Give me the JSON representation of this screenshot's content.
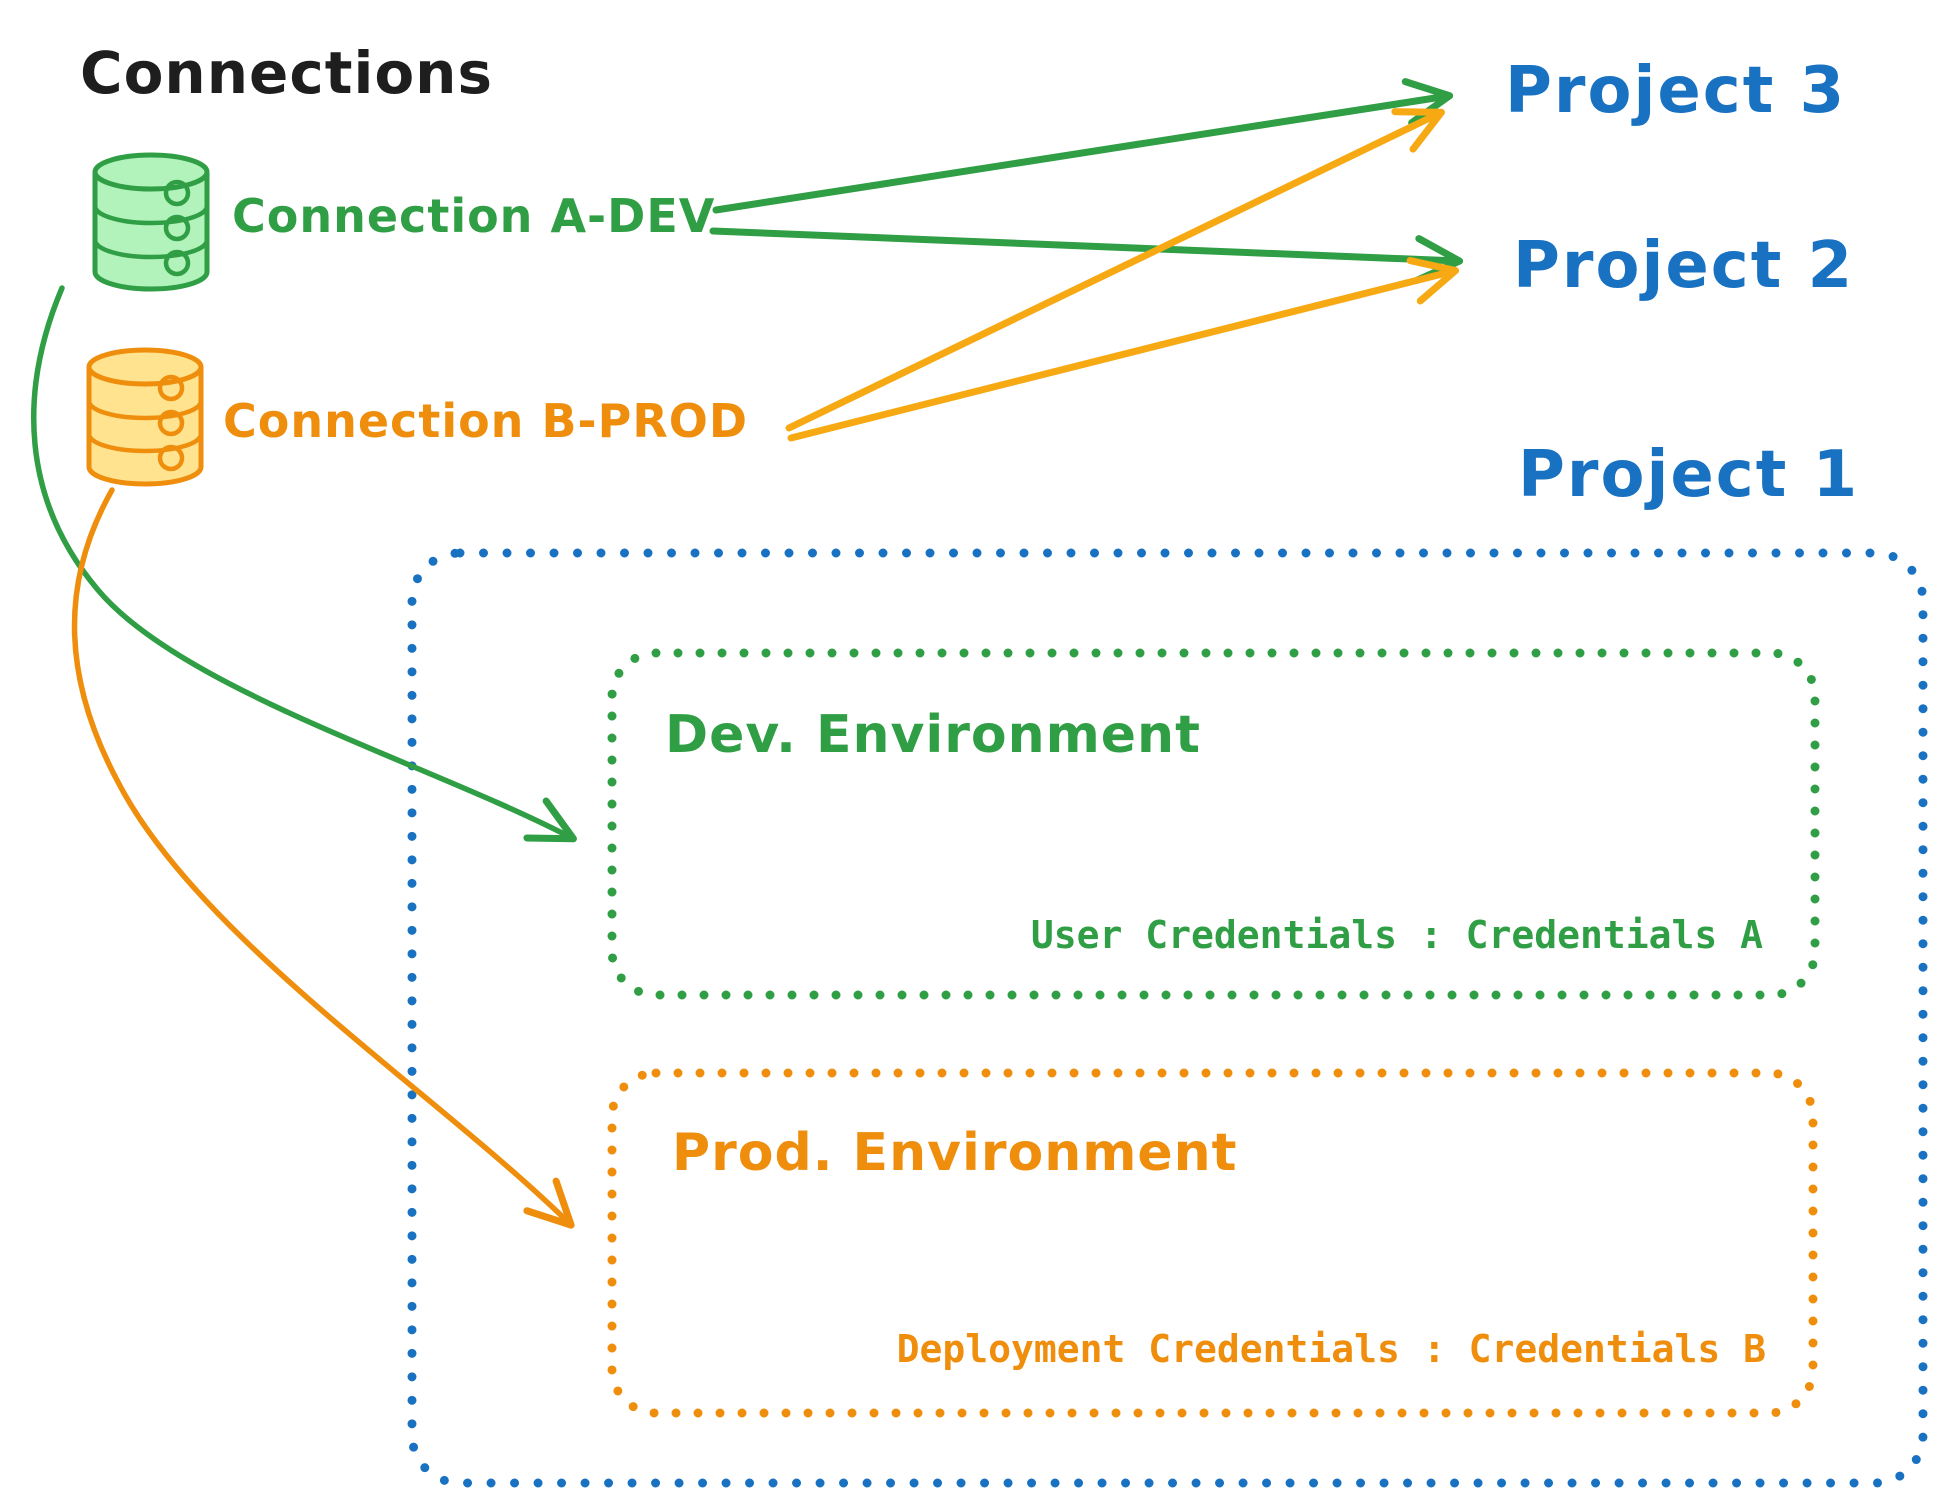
{
  "title": "Connections",
  "colors": {
    "text_black": "#1e1e1e",
    "green": "#2f9e44",
    "green_fill": "#b2f2bb",
    "orange": "#ef8e0c",
    "orange_arrow": "#f6a913",
    "orange_fill": "#ffec99",
    "blue": "#1971c2",
    "background": "#ffffff"
  },
  "connections": [
    {
      "id": "a-dev",
      "label": "Connection A-DEV",
      "color": "#2f9e44",
      "icon": "database"
    },
    {
      "id": "b-prod",
      "label": "Connection B-PROD",
      "color": "#ef8e0c",
      "icon": "database"
    }
  ],
  "projects": [
    {
      "label": "Project 3"
    },
    {
      "label": "Project 2"
    },
    {
      "label": "Project 1"
    }
  ],
  "project1_box": {
    "dev_environment": {
      "title": "Dev. Environment",
      "credentials_label": "User Credentials : Credentials A"
    },
    "prod_environment": {
      "title": "Prod. Environment",
      "credentials_label": "Deployment Credentials : Credentials B"
    }
  },
  "edges": [
    {
      "from": "Connection A-DEV",
      "to": "Project 3",
      "style": "straight-arrow",
      "color": "#2f9e44"
    },
    {
      "from": "Connection A-DEV",
      "to": "Project 2",
      "style": "straight-arrow",
      "color": "#2f9e44"
    },
    {
      "from": "Connection B-PROD",
      "to": "Project 3",
      "style": "straight-arrow",
      "color": "#f6a913"
    },
    {
      "from": "Connection B-PROD",
      "to": "Project 2",
      "style": "straight-arrow",
      "color": "#f6a913"
    },
    {
      "from": "Connection A-DEV",
      "to": "Dev. Environment",
      "style": "curved-arrow",
      "color": "#2f9e44"
    },
    {
      "from": "Connection B-PROD",
      "to": "Prod. Environment",
      "style": "curved-arrow",
      "color": "#ef8e0c"
    }
  ]
}
